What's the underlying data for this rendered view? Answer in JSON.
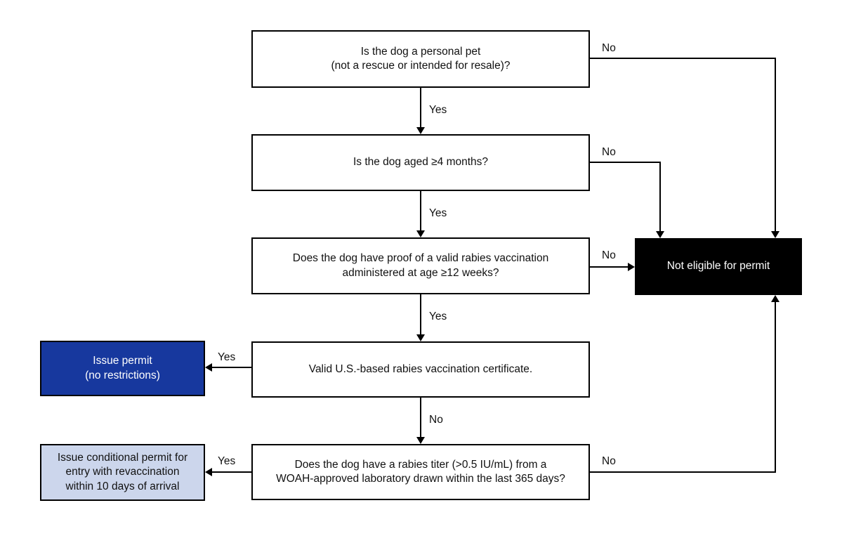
{
  "diagram": {
    "type": "flowchart",
    "background": "#ffffff",
    "nodes": {
      "q1": {
        "kind": "question",
        "text": "Is the dog a personal pet\n(not a rescue or intended for resale)?"
      },
      "q2": {
        "kind": "question",
        "text": "Is the dog aged ≥4 months?"
      },
      "q3": {
        "kind": "question",
        "text": "Does the dog have proof of a valid rabies vaccination\nadministered at age ≥12 weeks?"
      },
      "q4": {
        "kind": "question",
        "text": "Valid U.S.-based rabies vaccination certificate."
      },
      "q5": {
        "kind": "question",
        "text": "Does the dog have a rabies titer (>0.5 IU/mL) from a\nWOAH-approved laboratory drawn within the last 365 days?"
      },
      "not_eligible": {
        "kind": "outcome-negative",
        "text": "Not eligible for permit"
      },
      "issue_permit": {
        "kind": "outcome-positive",
        "text": "Issue permit\n(no restrictions)"
      },
      "conditional_permit": {
        "kind": "outcome-conditional",
        "text": "Issue conditional permit for\nentry with revaccination\nwithin 10 days of arrival"
      }
    },
    "edge_labels": {
      "q1_no": "No",
      "q1_yes": "Yes",
      "q2_no": "No",
      "q2_yes": "Yes",
      "q3_no": "No",
      "q3_yes": "Yes",
      "q4_yes": "Yes",
      "q4_no": "No",
      "q5_yes": "Yes",
      "q5_no": "No"
    },
    "colors": {
      "line": "#000000",
      "question_box_bg": "#ffffff",
      "question_box_border": "#000000",
      "not_eligible_bg": "#000000",
      "not_eligible_text": "#ffffff",
      "issue_permit_bg": "#17389e",
      "issue_permit_text": "#ffffff",
      "conditional_permit_bg": "#ccd6ec",
      "conditional_permit_text": "#111111"
    }
  }
}
